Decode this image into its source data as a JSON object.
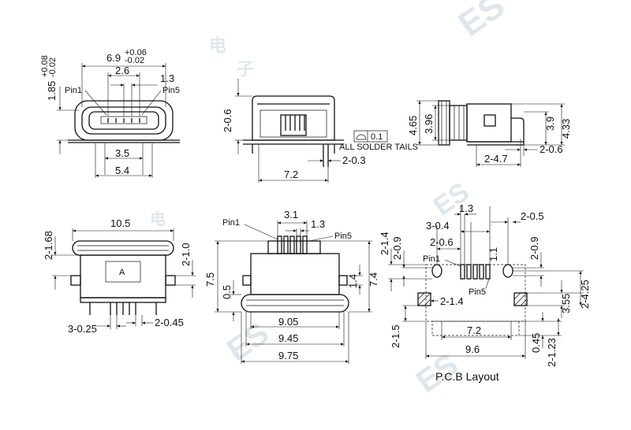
{
  "watermark": {
    "brand": "ES",
    "chars": [
      "电",
      "子"
    ]
  },
  "views": {
    "front": {
      "width": "6.9",
      "width_tol_upper": "+0.06",
      "width_tol_lower": "-0.02",
      "height": "1.85",
      "height_tol_upper": "+0.08",
      "height_tol_lower": "-0.02",
      "pitch_outer": "2.6",
      "pitch_inner": "1.3",
      "pin1": "Pin1",
      "pin5": "Pin5",
      "bottom_inner": "3.5",
      "bottom_outer": "5.4"
    },
    "side_a": {
      "left": "2-0.6",
      "flatness": "0.1",
      "note": "ALL SOLDER TAILS",
      "tail": "2-0.3",
      "width": "7.2"
    },
    "side_b": {
      "outer_h": "4.65",
      "inner_h": "3.96",
      "right_inner": "3.9",
      "right_outer": "4.33",
      "tail": "2-0.6",
      "bottom": "2-4.7"
    },
    "bottom_view": {
      "width": "10.5",
      "left": "2-1.68",
      "right": "2-1.0",
      "pins": "3-0.25",
      "pins_b": "2-0.45"
    },
    "top_view": {
      "pitch_a": "3.1",
      "pitch_b": "1.3",
      "pin1": "Pin1",
      "pin5": "Pin5",
      "height": "7.5",
      "height_b": "7.4",
      "mid": "1.4",
      "lower": "0.5",
      "w1": "9.05",
      "w2": "9.45",
      "w3": "9.75"
    },
    "pcb": {
      "top_a": "1.3",
      "top_b": "3-0.4",
      "top_c": "2-0.6",
      "top_d": "2-0.5",
      "left_a": "2-1.4",
      "left_b": "2-0.9",
      "right_a": "2-0.9",
      "mid": "1.1",
      "pin1": "Pin1",
      "pin5": "Pin5",
      "pad": "2-1.4",
      "r1": "3.55",
      "r2": "2-4.25",
      "left_c": "2-1.5",
      "w_inner": "7.2",
      "w_outer": "9.6",
      "b1": "0.45",
      "b2": "2-1.23",
      "caption": "P.C.B Layout"
    }
  }
}
